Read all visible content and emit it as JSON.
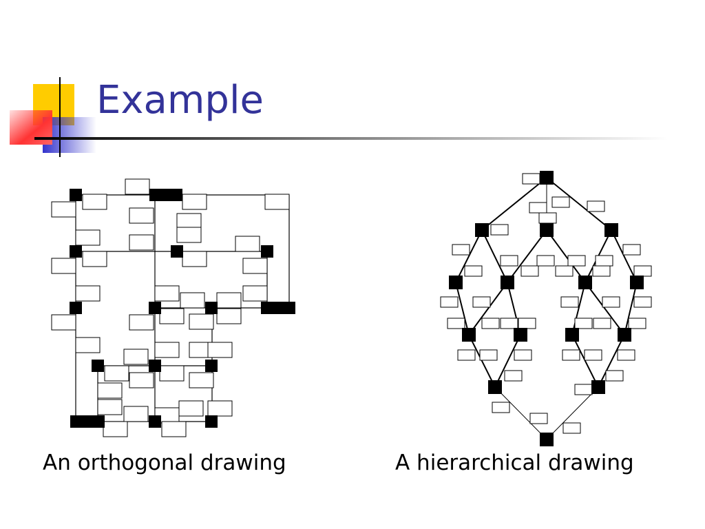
{
  "slide": {
    "title": "Example",
    "captions": {
      "left": "An orthogonal drawing",
      "right": "A hierarchical drawing"
    }
  },
  "colors": {
    "title": "#333399",
    "deco_yellow": "#ffcc00",
    "deco_blue": "#3333cc",
    "deco_red": "#ff3333",
    "node_fill": "#000000",
    "label_fill": "#ffffff",
    "edge": "#000000"
  }
}
